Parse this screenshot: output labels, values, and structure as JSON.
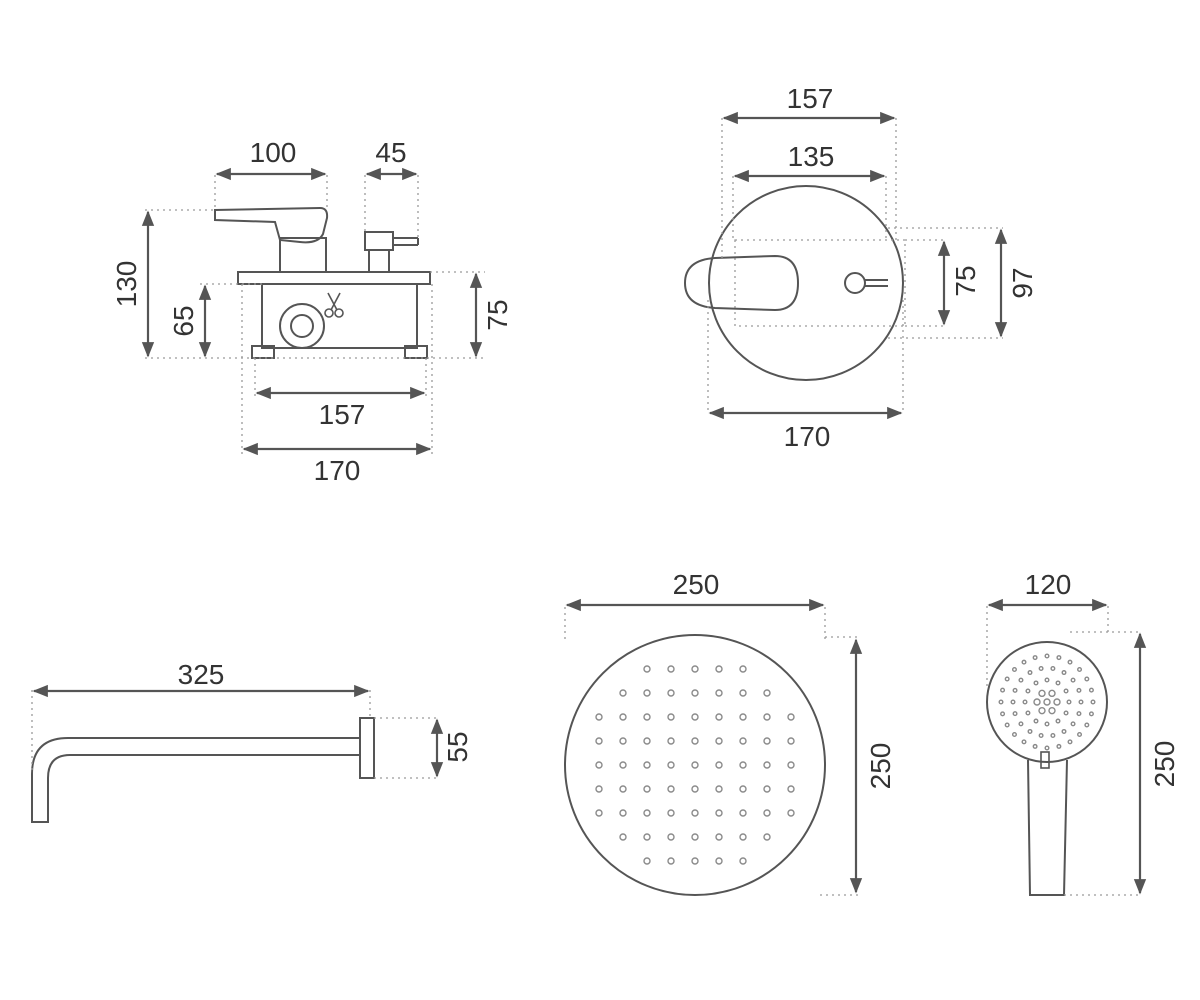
{
  "colors": {
    "line": "#555555",
    "extension": "#9a9a9a",
    "text": "#333333",
    "background": "#ffffff"
  },
  "icons": {
    "cut_mark": "scissors-icon"
  },
  "mixer_side_view": {
    "handle_width": "100",
    "stem_width": "45",
    "total_height": "130",
    "body_height_left": "65",
    "body_height_right": "75",
    "body_width": "157",
    "plate_width": "170"
  },
  "mixer_front_view": {
    "outer_width": "157",
    "inner_width": "135",
    "plate_diameter": "170",
    "inner_height": "75",
    "outer_height": "97"
  },
  "shower_arm": {
    "length": "325",
    "height": "55"
  },
  "rain_head": {
    "width": "250",
    "height": "250"
  },
  "hand_shower": {
    "width": "120",
    "height": "250"
  }
}
